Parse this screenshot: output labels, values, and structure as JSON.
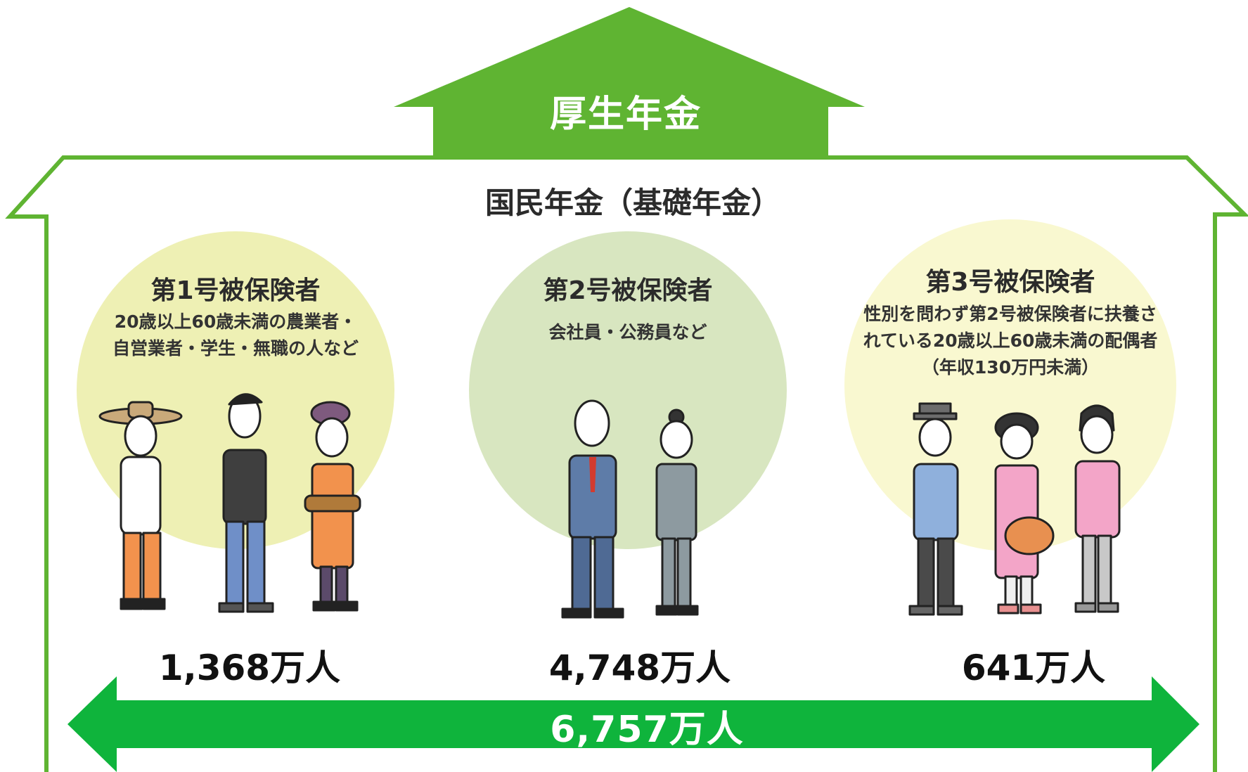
{
  "kosei_nenkin": "厚生年金",
  "kokumin_nenkin": "国民年金（基礎年金）",
  "groups": [
    {
      "title": "第1号被保険者",
      "desc": [
        "20歳以上60歳未満の農業者・",
        "自営業者・学生・無職の人など"
      ],
      "count": "1,368万人"
    },
    {
      "title": "第2号被保険者",
      "desc": [
        "会社員・公務員など"
      ],
      "count": "4,748万人"
    },
    {
      "title": "第3号被保険者",
      "desc": [
        "性別を問わず第2号被保険者に扶養さ",
        "れている20歳以上60歳未満の配偶者",
        "（年収130万円未満）"
      ],
      "count": "641万人"
    }
  ],
  "total": "6,757万人",
  "colors": {
    "green_dark": "#5fb432",
    "green_arrow": "#0fb43c",
    "circle1": "#eef0b4",
    "circle2": "#d8e6c0",
    "circle3": "#f9f8d0"
  }
}
